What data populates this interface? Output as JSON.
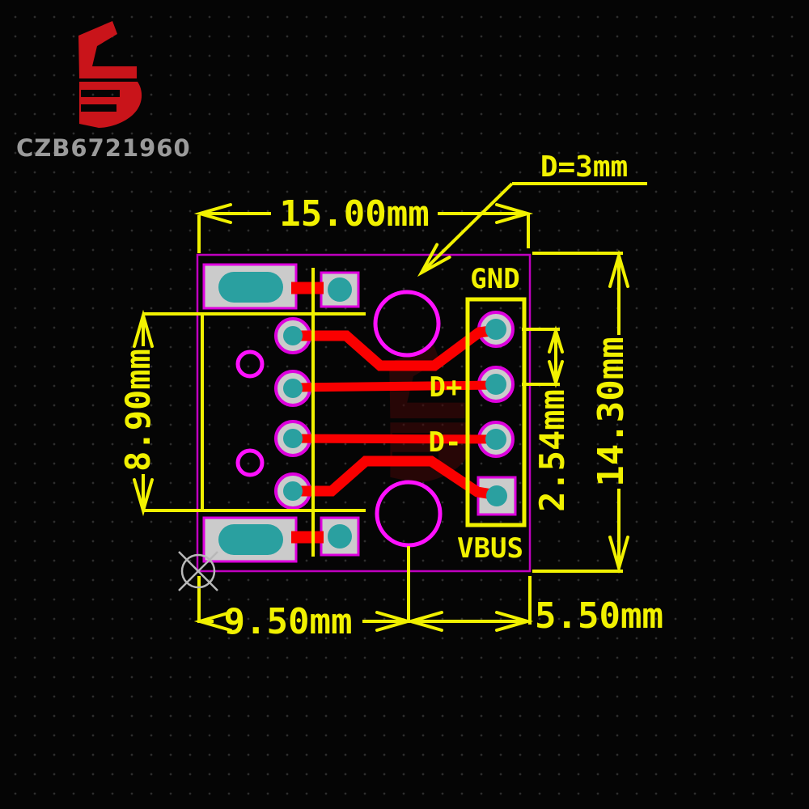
{
  "logo": {
    "seller_id": "CZB6721960",
    "mark": "ZB-logo"
  },
  "labels": {
    "gnd": "GND",
    "d_plus": "D+",
    "d_minus": "D-",
    "vbus": "VBUS"
  },
  "dimensions": {
    "board_width": "15.00mm",
    "board_height": "14.30mm",
    "usb_connector_height": "8.90mm",
    "pin_pitch": "2.54mm",
    "hole_offset_left": "9.50mm",
    "hole_offset_right": "5.50mm",
    "hole_diameter": "D=3mm"
  },
  "colors": {
    "dimension_yellow": "#f1f100",
    "board_magenta": "#bf00bf",
    "hole_magenta": "#ff10ff",
    "pad_grey": "#cbcbcb",
    "pad_teal": "#2aa0a0",
    "trace_red": "#fa0000",
    "logo_red": "#c9141a",
    "seller_grey": "#9b9b9b"
  }
}
